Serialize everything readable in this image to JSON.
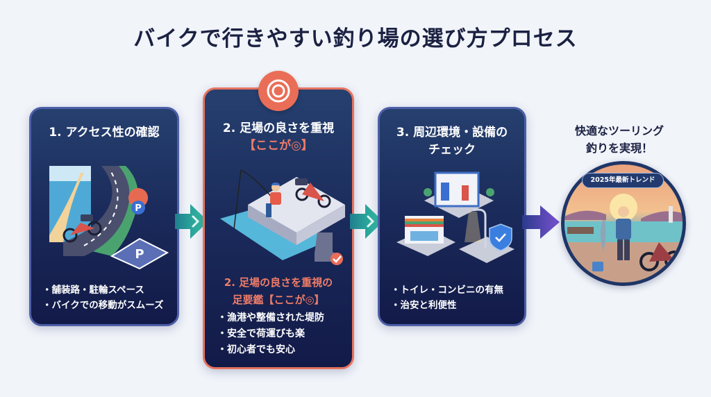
{
  "title": "バイクで行きやすい釣り場の選び方プロセス",
  "colors": {
    "card_dark": "#1a2a5a",
    "card_border": "#4d5fa8",
    "highlight": "#ea6d57",
    "arrow_teal": "#2fb9a5",
    "arrow_purple": "#6a4fc7",
    "title_text": "#1b2142"
  },
  "steps": [
    {
      "title": "1. アクセス性の確認",
      "illustration": "coastal-road-motorcycle-parking",
      "bullets": [
        "・舗装路・駐輪スペース",
        "・バイクでの移動がスムーズ"
      ]
    },
    {
      "title_line1": "2. 足場の良さを重視",
      "title_line2": "【ここが◎】",
      "badge_icon": "target-icon",
      "illustration": "pier-angler-motorcycle-boot",
      "sub_heading_line1": "2. 足場の良さを重視の",
      "sub_heading_line2": "足要鑑【ここが◎】",
      "bullets": [
        "・漁港や整備された堤防",
        "・安全で荷運びも楽",
        "・初心者でも安心"
      ]
    },
    {
      "title_line1": "3. 周辺環境・設備の",
      "title_line2": "チェック",
      "illustration": "restroom-convenience-store-streetlight-shield",
      "bullets": [
        "・トイレ・コンビニの有無",
        "・治安と利便性"
      ]
    }
  ],
  "result": {
    "title_line1": "快適なツーリング",
    "title_line2": "釣りを実現！",
    "badge": "2025年最新トレンド",
    "illustration": "angler-with-fish-and-motorcycle-at-sunset"
  }
}
